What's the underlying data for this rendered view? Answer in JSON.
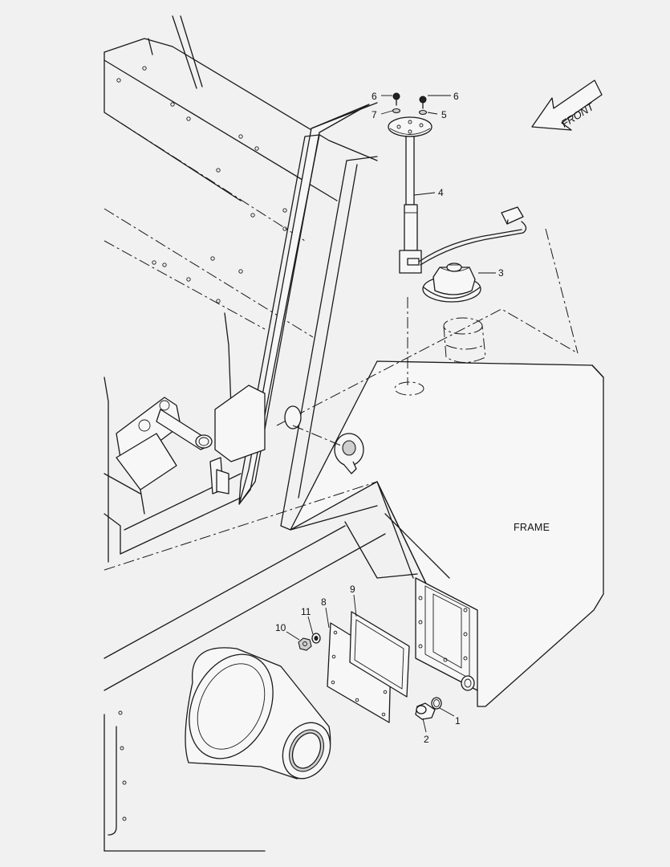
{
  "front_label": "FRONT",
  "frame_label": "FRAME",
  "callouts": {
    "1": "1",
    "2": "2",
    "3": "3",
    "4": "4",
    "5": "5",
    "6a": "6",
    "6b": "6",
    "7": "7",
    "8": "8",
    "9": "9",
    "10": "10",
    "11": "11"
  },
  "colors": {
    "background": "#f1f1f1",
    "line": "#1a1a1a"
  }
}
